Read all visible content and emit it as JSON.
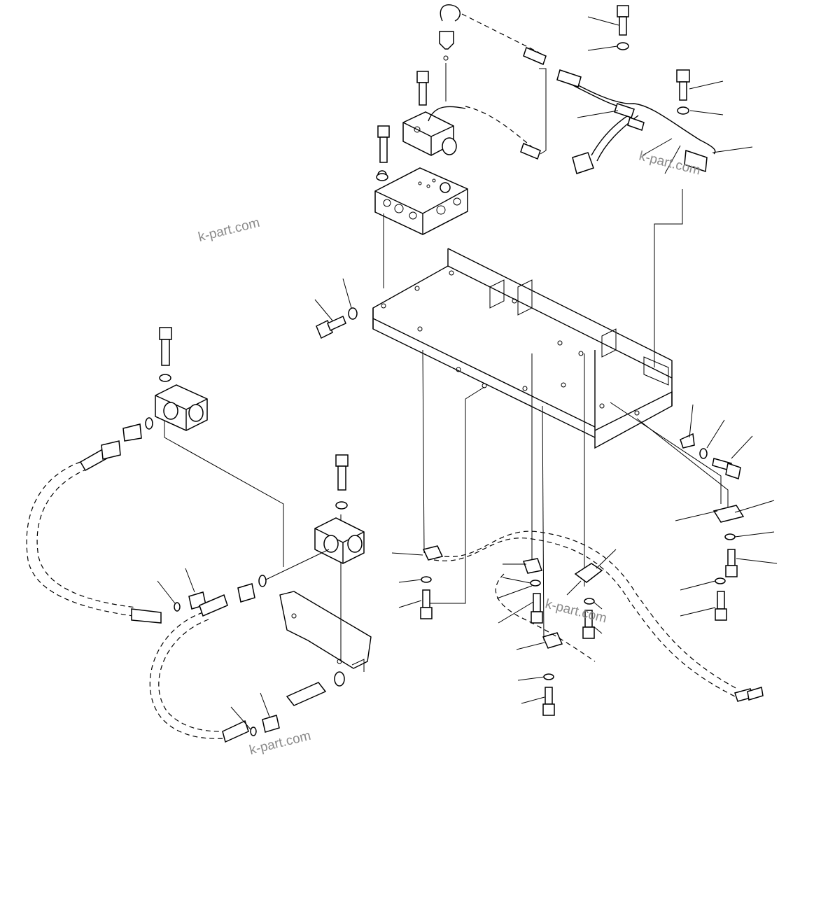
{
  "watermarks": [
    "k-part.com",
    "k-part.com",
    "k-part.com",
    "k-part.com"
  ],
  "colors": {
    "line": "#000000",
    "background": "#ffffff",
    "watermark": "#8a8a8a"
  }
}
